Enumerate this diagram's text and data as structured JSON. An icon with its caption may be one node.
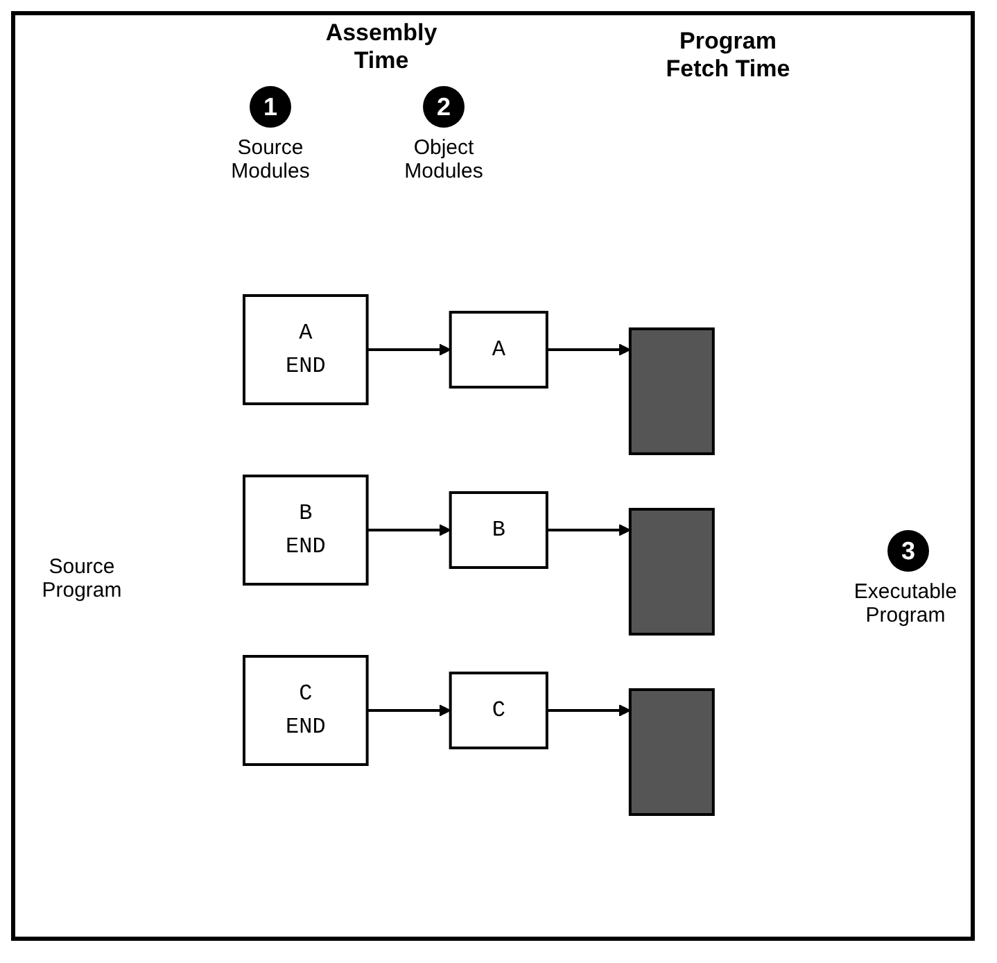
{
  "diagram": {
    "nodes": [
      {
        "text": [
          "A",
          "END"
        ]
      },
      {
        "text": [
          "A"
        ]
      },
      {
        "text": [
          "B",
          "END"
        ]
      },
      {
        "text": [
          "B"
        ]
      },
      {
        "text": [
          "C",
          "END"
        ]
      },
      {
        "text": [
          "C"
        ]
      },
      {
        "text": [],
        "shape": "box"
      },
      {
        "text": [],
        "shape": "box"
      },
      {
        "text": [],
        "shape": "box"
      }
    ],
    "edges": [
      {
        "from": 0,
        "to": 1,
        "arrow": "to"
      },
      {
        "from": 1,
        "to": 6,
        "arrow": "to"
      },
      {
        "from": 2,
        "to": 3,
        "arrow": "to"
      },
      {
        "from": 3,
        "to": 7,
        "arrow": "to"
      },
      {
        "from": 4,
        "to": 5,
        "arrow": "to"
      },
      {
        "from": 5,
        "to": 8,
        "arrow": "to"
      }
    ],
    "labels": [
      "Assembly Time",
      "Program Fetch Time",
      "1",
      "Source Modules",
      "2",
      "Object Modules",
      "Source Program",
      "3",
      "Executable Program"
    ]
  }
}
